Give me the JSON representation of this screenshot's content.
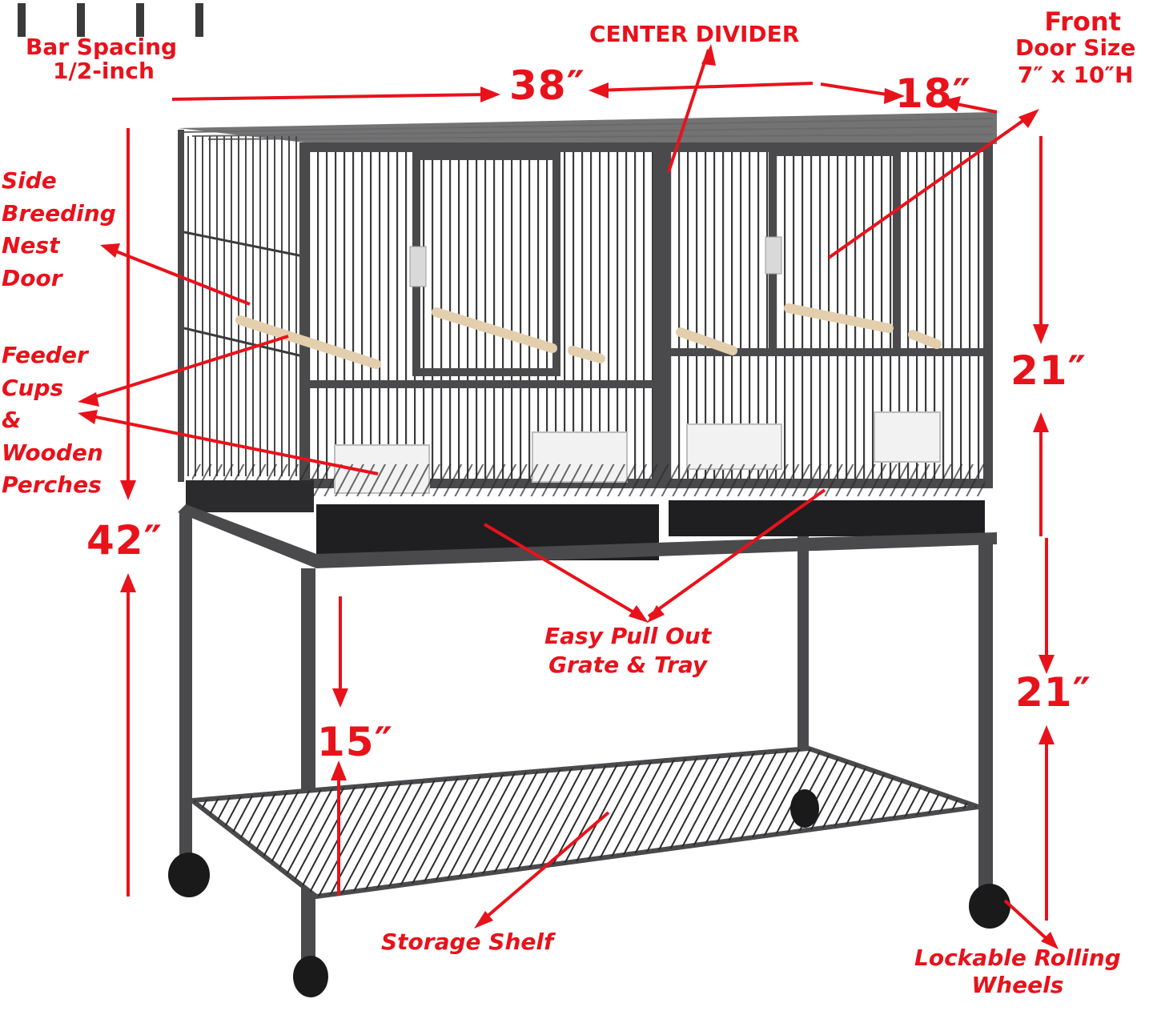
{
  "colors": {
    "annotation": "#e8121b",
    "frame": "#4a4a4c",
    "frame_dark": "#2b2b2d",
    "perch": "#e6d2b3",
    "cup": "#f2f2f2",
    "background": "#ffffff"
  },
  "annotations": {
    "bar_spacing": {
      "line1": "Bar Spacing",
      "line2": "1/2-inch"
    },
    "width": "38″",
    "center_divider": "CENTER DIVIDER",
    "depth": "18″",
    "front_door": {
      "line1": "Front",
      "line2": "Door Size",
      "line3": "7″ x 10″H"
    },
    "side_nest_door": {
      "line1": "Side",
      "line2": "Breeding",
      "line3": "Nest",
      "line4": "Door"
    },
    "feeder_perches": {
      "line1": "Feeder",
      "line2": "Cups",
      "line3": "&",
      "line4": "Wooden",
      "line5": "Perches"
    },
    "total_height": "42″",
    "cage_height": "21″",
    "stand_height": "21″",
    "shelf_clearance": "15″",
    "pull_out": {
      "line1": "Easy Pull Out",
      "line2": "Grate & Tray"
    },
    "storage_shelf": "Storage Shelf",
    "wheels": {
      "line1": "Lockable Rolling",
      "line2": "Wheels"
    }
  }
}
